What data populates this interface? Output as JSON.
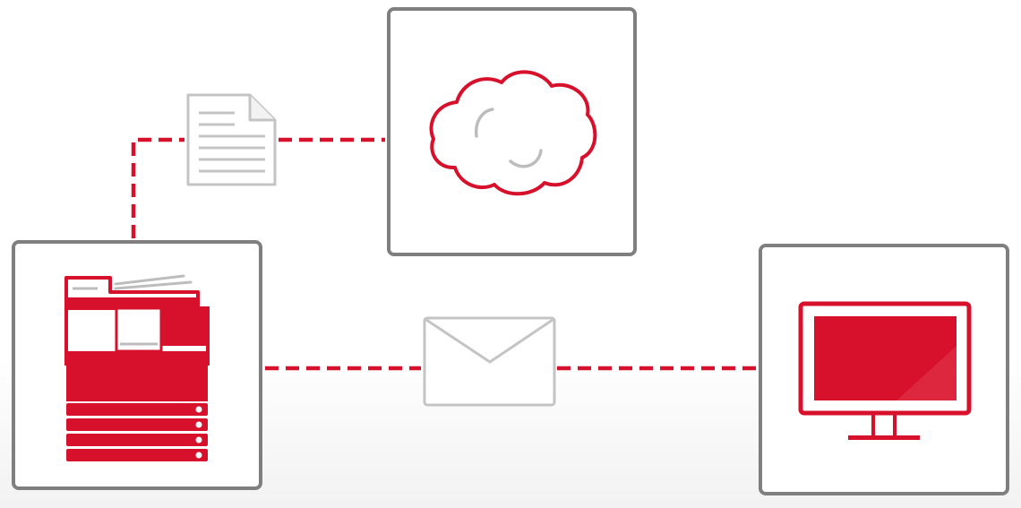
{
  "colors": {
    "accent": "#d7102c",
    "border": "#7f7f7f",
    "icon_gray": "#bdbdbd"
  },
  "nodes": [
    {
      "id": "printer",
      "icon": "multifunction-printer-icon"
    },
    {
      "id": "cloud",
      "icon": "cloud-icon"
    },
    {
      "id": "monitor",
      "icon": "monitor-icon"
    }
  ],
  "connections": [
    {
      "from": "printer",
      "to": "cloud",
      "style": "dashed",
      "via_icon": "document-icon"
    },
    {
      "from": "printer",
      "to": "monitor",
      "style": "dashed",
      "via_icon": "envelope-icon"
    }
  ]
}
